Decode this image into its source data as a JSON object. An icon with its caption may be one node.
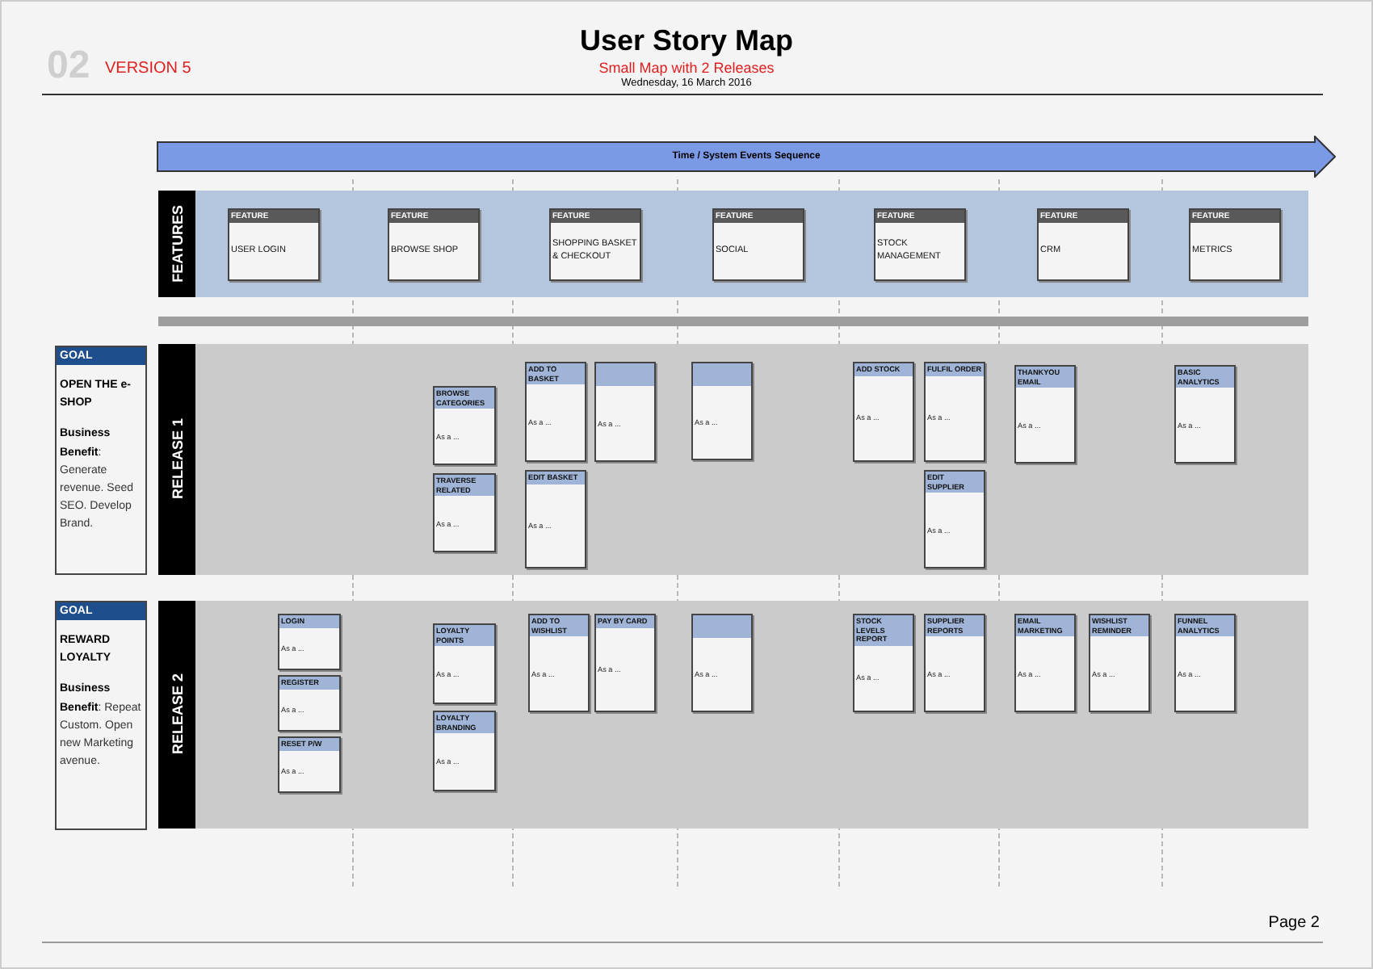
{
  "diagram": {
    "title": "User Story Map",
    "nodes": [
      {
        "text": [
          "Time / System Events Sequence"
        ]
      },
      {
        "text": [
          "FEATURES"
        ]
      },
      {
        "text": [
          "FEATURE",
          "USER LOGIN"
        ],
        "in": 1
      },
      {
        "text": [
          "FEATURE",
          "BROWSE SHOP"
        ],
        "in": 1
      },
      {
        "text": [
          "FEATURE",
          "SHOPPING BASKET & CHECKOUT"
        ],
        "in": 1
      },
      {
        "text": [
          "FEATURE",
          "SOCIAL"
        ],
        "in": 1
      },
      {
        "text": [
          "FEATURE",
          "STOCK MANAGEMENT"
        ],
        "in": 1
      },
      {
        "text": [
          "FEATURE",
          "CRM"
        ],
        "in": 1
      },
      {
        "text": [
          "FEATURE",
          "METRICS"
        ],
        "in": 1
      },
      {
        "text": [
          "GOAL",
          "OPEN THE e-SHOP",
          "**Business Benefit**: Generate revenue. Seed SEO. Develop Brand."
        ]
      },
      {
        "text": [
          "RELEASE 1"
        ]
      },
      {
        "text": [
          "BROWSE CATEGORIES",
          "As a ..."
        ],
        "in": 10
      },
      {
        "text": [
          "TRAVERSE RELATED",
          "As a ..."
        ],
        "in": 10
      },
      {
        "text": [
          "ADD TO BASKET",
          "As a ..."
        ],
        "in": 10
      },
      {
        "text": [
          "EDIT BASKET",
          "As a ..."
        ],
        "in": 10
      },
      {
        "text": [
          "As a ..."
        ],
        "in": 10
      },
      {
        "text": [
          "As a ..."
        ],
        "in": 10
      },
      {
        "text": [
          "ADD STOCK",
          "As a ..."
        ],
        "in": 10
      },
      {
        "text": [
          "FULFIL ORDER",
          "As a ..."
        ],
        "in": 10
      },
      {
        "text": [
          "EDIT SUPPLIER",
          "As a ..."
        ],
        "in": 10
      },
      {
        "text": [
          "THANKYOU EMAIL",
          "As a ..."
        ],
        "in": 10
      },
      {
        "text": [
          "BASIC ANALYTICS",
          "As a ..."
        ],
        "in": 10
      },
      {
        "text": [
          "GOAL",
          "REWARD LOYALTY",
          "**Business Benefit**: Repeat Custom. Open new Marketing avenue."
        ]
      },
      {
        "text": [
          "RELEASE 2"
        ]
      },
      {
        "text": [
          "LOGIN",
          "As a ..."
        ],
        "in": 23
      },
      {
        "text": [
          "REGISTER",
          "As a ..."
        ],
        "in": 23
      },
      {
        "text": [
          "RESET P/W",
          "As a ..."
        ],
        "in": 23
      },
      {
        "text": [
          "LOYALTY POINTS",
          "As a ..."
        ],
        "in": 23
      },
      {
        "text": [
          "LOYALTY BRANDING",
          "As a ..."
        ],
        "in": 23
      },
      {
        "text": [
          "ADD TO WISHLIST",
          "As a ..."
        ],
        "in": 23
      },
      {
        "text": [
          "PAY BY CARD",
          "As a ..."
        ],
        "in": 23
      },
      {
        "text": [
          "As a ..."
        ],
        "in": 23
      },
      {
        "text": [
          "STOCK LEVELS REPORT",
          "As a ..."
        ],
        "in": 23
      },
      {
        "text": [
          "SUPPLIER REPORTS",
          "As a ..."
        ],
        "in": 23
      },
      {
        "text": [
          "EMAIL MARKETING",
          "As a ..."
        ],
        "in": 23
      },
      {
        "text": [
          "WISHLIST REMINDER",
          "As a ..."
        ],
        "in": 23
      },
      {
        "text": [
          "FUNNEL ANALYTICS",
          "As a ..."
        ],
        "in": 23
      }
    ],
    "edges": [],
    "labels": [
      "02",
      "VERSION 5",
      "Small Map with 2 Releases",
      "Wednesday, 16 March 2016",
      "Page 2"
    ]
  }
}
